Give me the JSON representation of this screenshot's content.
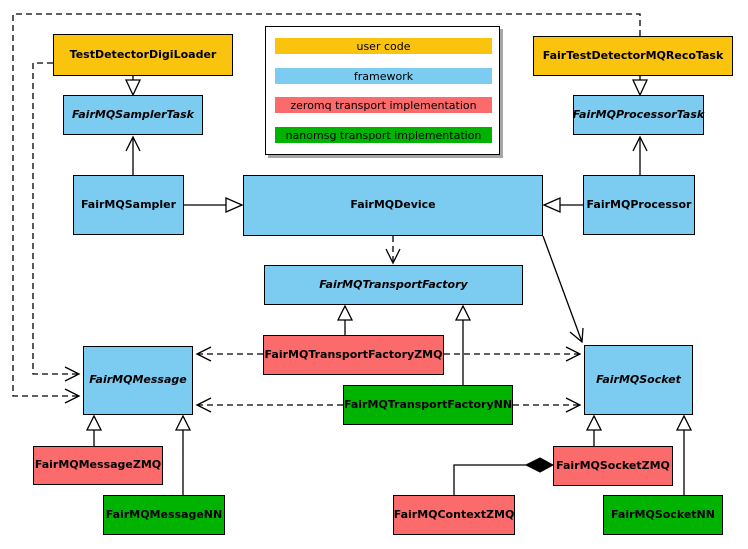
{
  "palette": {
    "user": "#FAC30D",
    "framework": "#7CCCF2",
    "zeromq": "#FC6B6B",
    "nanomsg": "#00B300"
  },
  "legend": {
    "items": [
      {
        "label": "user code",
        "color": "#FAC30D"
      },
      {
        "label": "framework",
        "color": "#7CCCF2"
      },
      {
        "label": "zeromq transport implementation",
        "color": "#FC6B6B"
      },
      {
        "label": "nanomsg transport implementation",
        "color": "#00B300"
      }
    ]
  },
  "nodes": {
    "digiloader": {
      "label": "TestDetectorDigiLoader",
      "category": "user code",
      "abstract": false
    },
    "recotask": {
      "label": "FairTestDetectorMQRecoTask",
      "category": "user code",
      "abstract": false
    },
    "samplertask": {
      "label": "FairMQSamplerTask",
      "category": "framework",
      "abstract": true
    },
    "processortask": {
      "label": "FairMQProcessorTask",
      "category": "framework",
      "abstract": true
    },
    "sampler": {
      "label": "FairMQSampler",
      "category": "framework",
      "abstract": false
    },
    "device": {
      "label": "FairMQDevice",
      "category": "framework",
      "abstract": false
    },
    "processor": {
      "label": "FairMQProcessor",
      "category": "framework",
      "abstract": false
    },
    "factory": {
      "label": "FairMQTransportFactory",
      "category": "framework",
      "abstract": true
    },
    "factoryzmq": {
      "label": "FairMQTransportFactoryZMQ",
      "category": "zeromq",
      "abstract": false
    },
    "factorynn": {
      "label": "FairMQTransportFactoryNN",
      "category": "nanomsg",
      "abstract": false
    },
    "message": {
      "label": "FairMQMessage",
      "category": "framework",
      "abstract": true
    },
    "socket": {
      "label": "FairMQSocket",
      "category": "framework",
      "abstract": true
    },
    "messagezmq": {
      "label": "FairMQMessageZMQ",
      "category": "zeromq",
      "abstract": false
    },
    "messagenn": {
      "label": "FairMQMessageNN",
      "category": "nanomsg",
      "abstract": false
    },
    "socketzmq": {
      "label": "FairMQSocketZMQ",
      "category": "zeromq",
      "abstract": false
    },
    "socketnn": {
      "label": "FairMQSocketNN",
      "category": "nanomsg",
      "abstract": false
    },
    "contextzmq": {
      "label": "FairMQContextZMQ",
      "category": "zeromq",
      "abstract": false
    }
  },
  "edges": [
    {
      "from": "TestDetectorDigiLoader",
      "to": "FairMQSamplerTask",
      "type": "inheritance",
      "line": "solid"
    },
    {
      "from": "FairTestDetectorMQRecoTask",
      "to": "FairMQProcessorTask",
      "type": "inheritance",
      "line": "solid"
    },
    {
      "from": "FairMQSampler",
      "to": "FairMQDevice",
      "type": "inheritance",
      "line": "solid"
    },
    {
      "from": "FairMQProcessor",
      "to": "FairMQDevice",
      "type": "inheritance",
      "line": "solid"
    },
    {
      "from": "FairMQSampler",
      "to": "FairMQSamplerTask",
      "type": "association",
      "line": "solid"
    },
    {
      "from": "FairMQProcessor",
      "to": "FairMQProcessorTask",
      "type": "association",
      "line": "solid"
    },
    {
      "from": "FairMQDevice",
      "to": "FairMQTransportFactory",
      "type": "dependency",
      "line": "dashed"
    },
    {
      "from": "FairMQDevice",
      "to": "FairMQSocket",
      "type": "association",
      "line": "solid"
    },
    {
      "from": "FairMQTransportFactoryZMQ",
      "to": "FairMQTransportFactory",
      "type": "inheritance",
      "line": "solid"
    },
    {
      "from": "FairMQTransportFactoryNN",
      "to": "FairMQTransportFactory",
      "type": "inheritance",
      "line": "solid"
    },
    {
      "from": "FairMQTransportFactoryZMQ",
      "to": "FairMQMessage",
      "type": "dependency",
      "line": "dashed"
    },
    {
      "from": "FairMQTransportFactoryZMQ",
      "to": "FairMQSocket",
      "type": "dependency",
      "line": "dashed"
    },
    {
      "from": "FairMQTransportFactoryNN",
      "to": "FairMQMessage",
      "type": "dependency",
      "line": "dashed"
    },
    {
      "from": "FairMQTransportFactoryNN",
      "to": "FairMQSocket",
      "type": "dependency",
      "line": "dashed"
    },
    {
      "from": "TestDetectorDigiLoader",
      "to": "FairMQMessage",
      "type": "dependency",
      "line": "dashed"
    },
    {
      "from": "FairTestDetectorMQRecoTask",
      "to": "FairMQMessage",
      "type": "dependency",
      "line": "dashed"
    },
    {
      "from": "FairMQMessageZMQ",
      "to": "FairMQMessage",
      "type": "inheritance",
      "line": "solid"
    },
    {
      "from": "FairMQMessageNN",
      "to": "FairMQMessage",
      "type": "inheritance",
      "line": "solid"
    },
    {
      "from": "FairMQSocketZMQ",
      "to": "FairMQSocket",
      "type": "inheritance",
      "line": "solid"
    },
    {
      "from": "FairMQSocketNN",
      "to": "FairMQSocket",
      "type": "inheritance",
      "line": "solid"
    },
    {
      "from": "FairMQContextZMQ",
      "to": "FairMQSocketZMQ",
      "type": "composition",
      "line": "solid"
    }
  ]
}
